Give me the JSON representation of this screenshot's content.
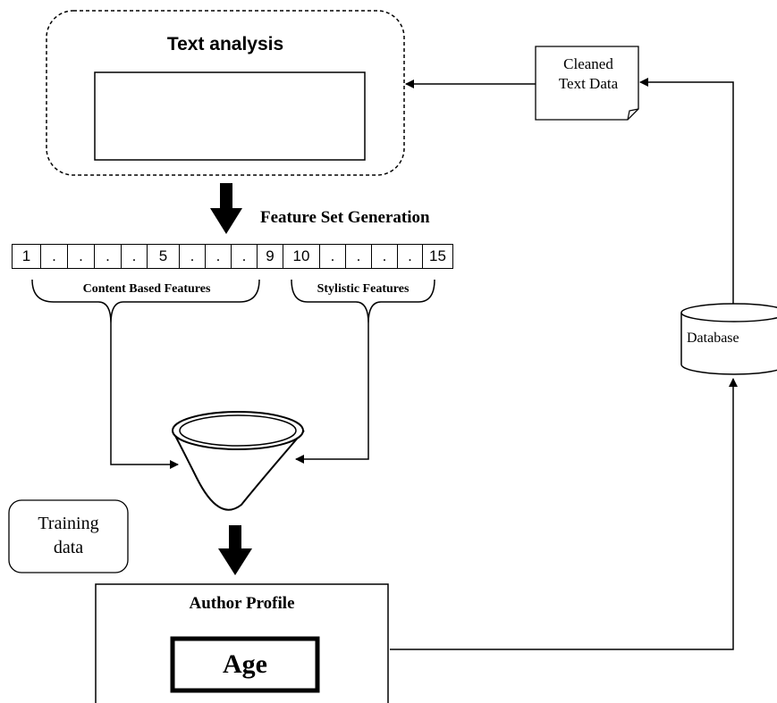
{
  "text_analysis": {
    "title": "Text analysis"
  },
  "cleaned_text": {
    "line1": "Cleaned",
    "line2": "Text Data"
  },
  "feature_generation": {
    "label": "Feature Set Generation"
  },
  "feature_cells": [
    "1",
    ".",
    ".",
    ".",
    ".",
    "5",
    ".",
    ".",
    ".",
    "9",
    "10",
    ".",
    ".",
    ".",
    ".",
    "15"
  ],
  "groups": {
    "content": "Content Based Features",
    "stylistic": "Stylistic Features"
  },
  "database": {
    "label": "Database"
  },
  "training": {
    "line1": "Training",
    "line2": "data"
  },
  "author_profile": {
    "title": "Author Profile",
    "output": "Age"
  }
}
